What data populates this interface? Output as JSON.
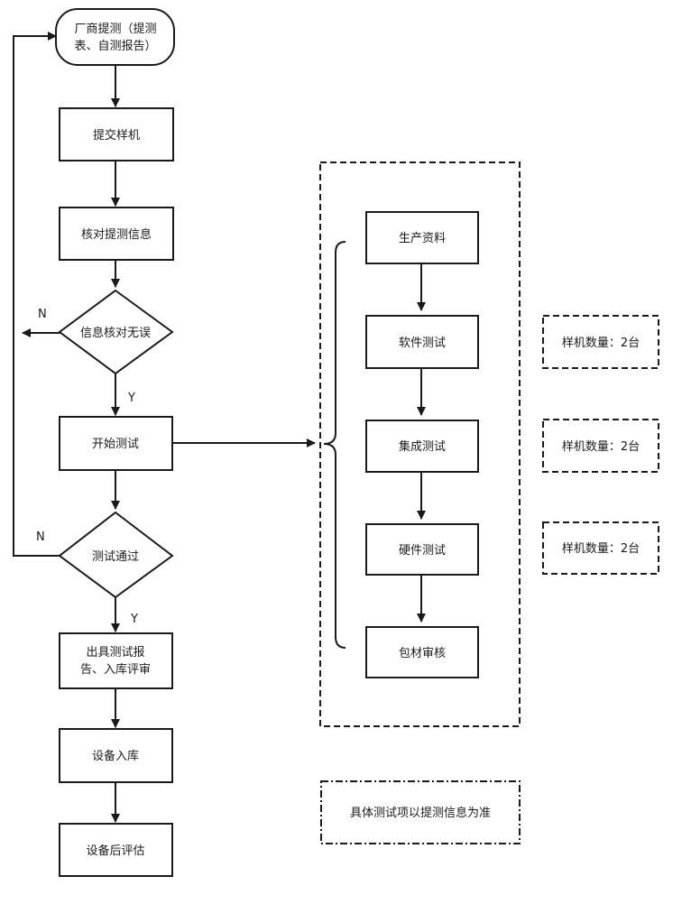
{
  "nodes": {
    "start": [
      "厂商提测（提测",
      "表、自测报告）"
    ],
    "submit_sample": "提交样机",
    "verify_info": "核对提测信息",
    "info_ok": "信息核对无误",
    "start_test": "开始测试",
    "test_pass": "测试通过",
    "report": [
      "出具测试报",
      "告、入库评审"
    ],
    "warehouse": "设备入库",
    "post_eval": "设备后评估"
  },
  "edge_labels": {
    "info_no": "N",
    "info_yes": "Y",
    "test_no": "N",
    "test_yes": "Y"
  },
  "test_items": {
    "production_docs": "生产资料",
    "software_test": "软件测试",
    "integration_test": "集成测试",
    "hardware_test": "硬件测试",
    "packaging_review": "包材审核"
  },
  "sample_counts": {
    "software": "样机数量：2台",
    "integration": "样机数量：2台",
    "hardware": "样机数量：2台"
  },
  "note": "具体测试项以提测信息为准"
}
